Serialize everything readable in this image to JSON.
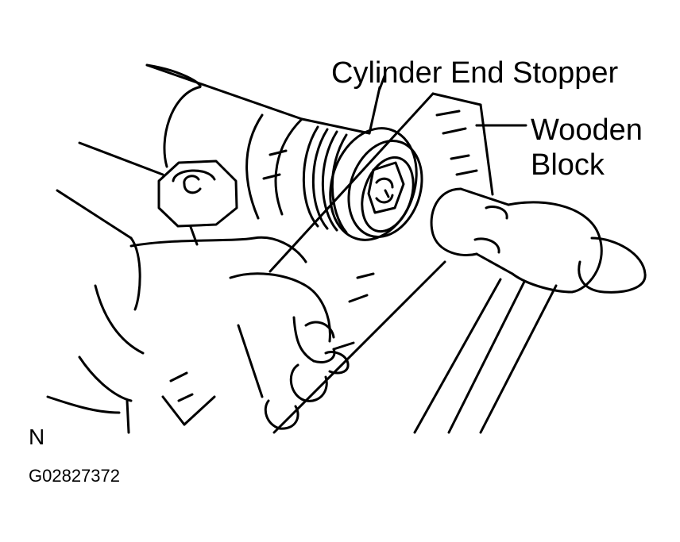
{
  "figure": {
    "labels": {
      "cylinder_end_stopper": "Cylinder End Stopper",
      "wooden_block_line1": "Wooden",
      "wooden_block_line2": "Block"
    },
    "orientation_mark": "N",
    "figure_code": "G02827372"
  },
  "colors": {
    "line": "#000000",
    "background": "#ffffff"
  }
}
